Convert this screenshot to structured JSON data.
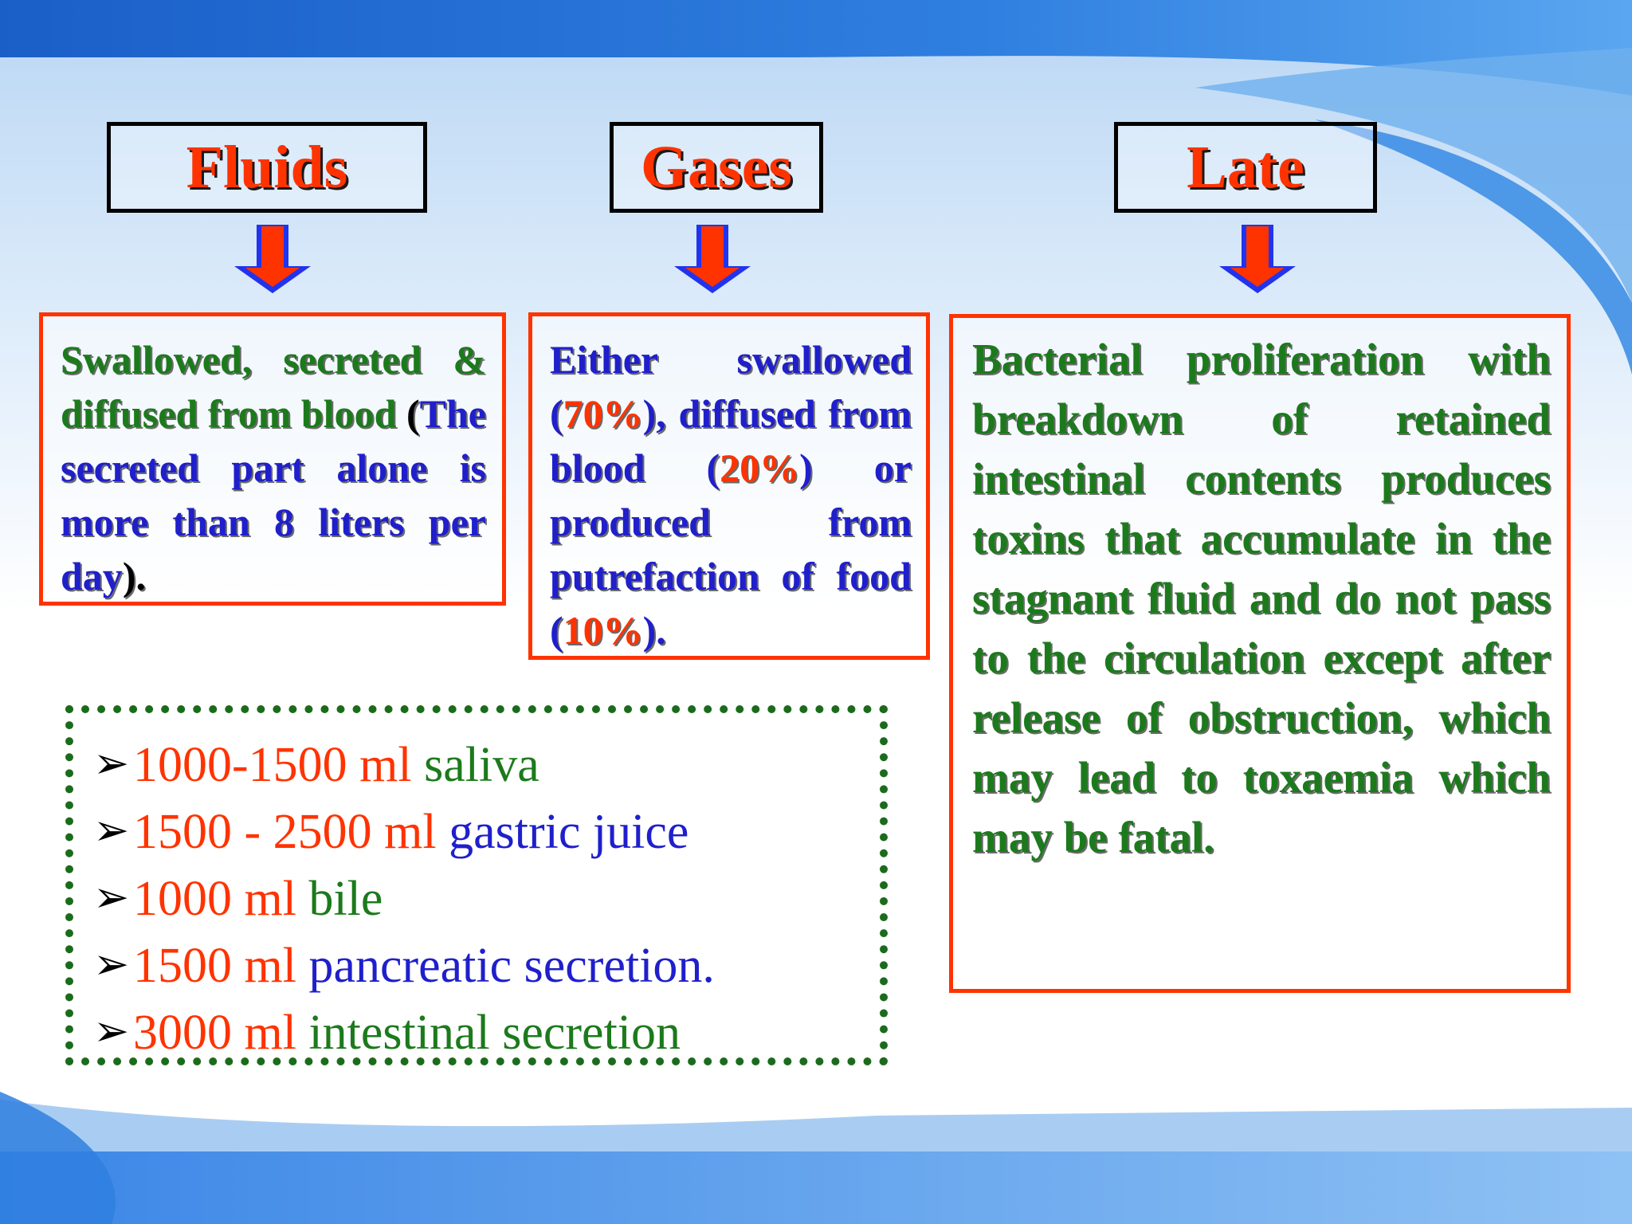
{
  "colors": {
    "red": "#ff3300",
    "green": "#1c7a1c",
    "blue": "#1f1fcc",
    "listGreen": "#1c6b1c",
    "black": "#000000"
  },
  "headers": {
    "fluids": "Fluids",
    "gases": "Gases",
    "late": "Late"
  },
  "fluids": {
    "p1": "Swallowed, secreted & diffused from blood ",
    "p2": "(",
    "p3": "The secreted part alone is more than 8 liters per day",
    "p4": ")."
  },
  "gases": {
    "p1": "Either swallowed (",
    "p2": "70%",
    "p3": "), diffused from blood (",
    "p4": "20%",
    "p5": ") or produced from putrefaction of food (",
    "p6": "10%",
    "p7": ")."
  },
  "late": {
    "text": "Bacterial proliferation with breakdown of retained intestinal contents produces toxins that accumulate in the stagnant fluid and do not pass to the circulation except after release of obstruction, which may lead to toxaemia which may be fatal."
  },
  "secretions": [
    {
      "qty": "1000-1500 ml",
      "name": "saliva",
      "color": "#1c7a1c"
    },
    {
      "qty": "1500 - 2500 ml",
      "name": "gastric juice",
      "color": "#1f1fcc"
    },
    {
      "qty": "1000 ml",
      "name": "bile",
      "color": "#1c7a1c"
    },
    {
      "qty": "1500 ml",
      "name": "pancreatic secretion.",
      "color": "#1f1fcc"
    },
    {
      "qty": "3000 ml",
      "name": "intestinal secretion",
      "color": "#1c7a1c"
    }
  ]
}
